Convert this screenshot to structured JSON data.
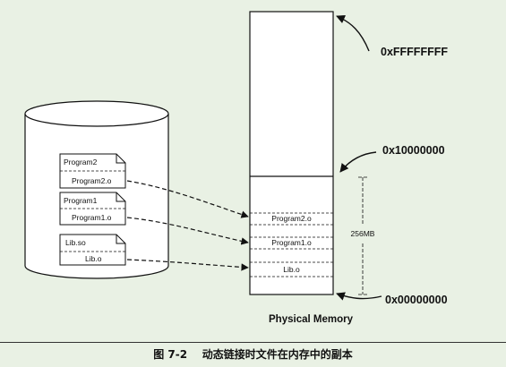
{
  "files": [
    {
      "name": "Program2",
      "object": "Program2.o"
    },
    {
      "name": "Program1",
      "object": "Program1.o"
    },
    {
      "name": "Lib.so",
      "object": "Lib.o"
    }
  ],
  "memory": {
    "title": "Physical Memory",
    "size_label": "256MB",
    "segments": [
      "Program2.o",
      "Program1.o",
      "Lib.o"
    ]
  },
  "addresses": {
    "top": "0xFFFFFFFF",
    "mid": "0x10000000",
    "bottom": "0x00000000"
  },
  "caption": "图 7-2    动态链接时文件在内存中的副本"
}
